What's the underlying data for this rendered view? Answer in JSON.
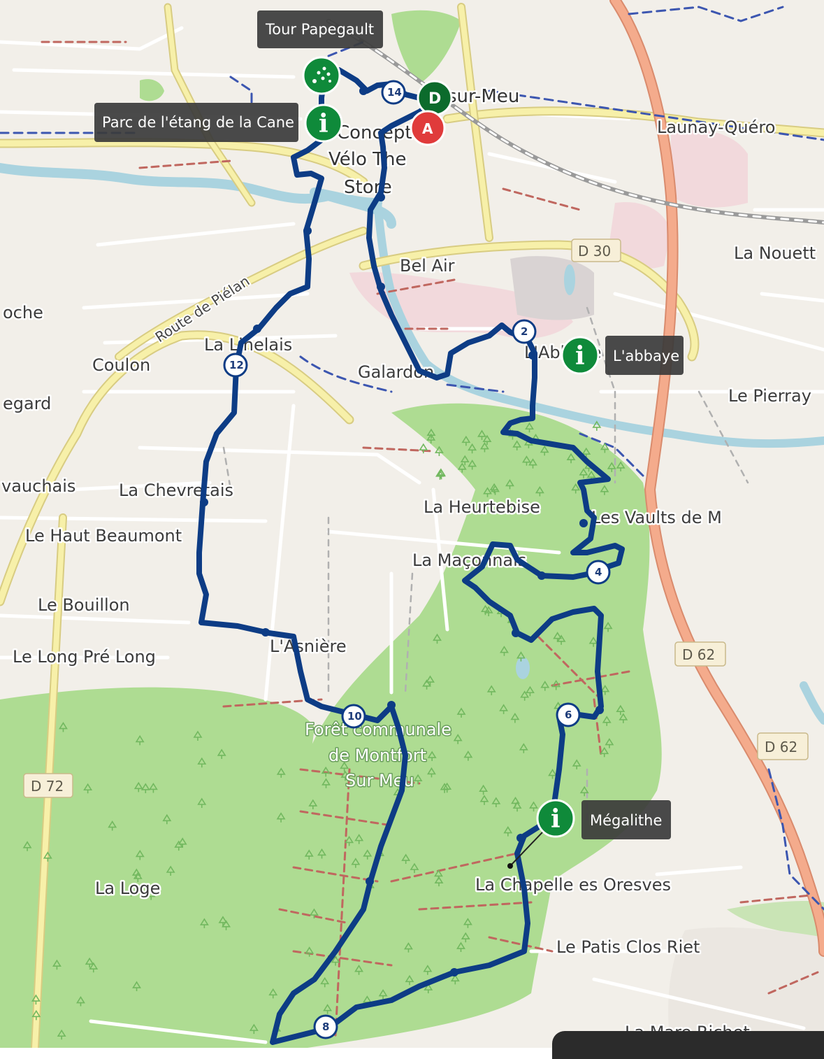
{
  "places": [
    {
      "id": "montfort",
      "text": "sur-Meu"
    },
    {
      "id": "launay",
      "text": "Launay-Quéro"
    },
    {
      "id": "concept1",
      "text": "Concept"
    },
    {
      "id": "concept2",
      "text": "Vélo The"
    },
    {
      "id": "concept3",
      "text": "Store"
    },
    {
      "id": "belair",
      "text": "Bel Air"
    },
    {
      "id": "nouette",
      "text": "La Nouett"
    },
    {
      "id": "roche",
      "text": "oche"
    },
    {
      "id": "linelais",
      "text": "La Linelais"
    },
    {
      "id": "coulon",
      "text": "Coulon"
    },
    {
      "id": "galardon",
      "text": "Galardon"
    },
    {
      "id": "abbaye_place",
      "text": "L'Abbaye"
    },
    {
      "id": "pierray",
      "text": "Le Pierray"
    },
    {
      "id": "egard",
      "text": "egard"
    },
    {
      "id": "vauchais",
      "text": "vauchais"
    },
    {
      "id": "chevretais",
      "text": "La Chevretais"
    },
    {
      "id": "heurtebise",
      "text": "La Heurtebise"
    },
    {
      "id": "vaults",
      "text": "Les Vaults de M"
    },
    {
      "id": "hautbeaumont",
      "text": "Le Haut Beaumont"
    },
    {
      "id": "maconnais",
      "text": "La Maçonnais"
    },
    {
      "id": "bouillon",
      "text": "Le Bouillon"
    },
    {
      "id": "asniere",
      "text": "L'Asnière"
    },
    {
      "id": "longpre",
      "text": "Le Long Pré Long"
    },
    {
      "id": "loge",
      "text": "La Loge"
    },
    {
      "id": "chapelle",
      "text": "La Chapelle es Oresves"
    },
    {
      "id": "patis",
      "text": "Le Patis Clos Riet"
    },
    {
      "id": "mare",
      "text": "La Mare Richet"
    }
  ],
  "forest_label": [
    "Forêt communale",
    "de Montfort",
    "Sur Meu"
  ],
  "road_names": {
    "pielan": "Route de Piélan"
  },
  "road_shields": [
    {
      "id": "d30",
      "text": "D 30"
    },
    {
      "id": "d62a",
      "text": "D 62"
    },
    {
      "id": "d62b",
      "text": "D 62"
    },
    {
      "id": "d72",
      "text": "D 72"
    }
  ],
  "poi_labels": [
    {
      "id": "papegault",
      "text": "Tour Papegault"
    },
    {
      "id": "etang",
      "text": "Parc de l'étang de la Cane"
    },
    {
      "id": "abbaye",
      "text": "L'abbaye"
    },
    {
      "id": "megalithe",
      "text": "Mégalithe"
    }
  ],
  "markers": {
    "start": "D",
    "end": "A",
    "info_glyph": "i"
  },
  "km_markers": [
    "2",
    "4",
    "6",
    "8",
    "10",
    "12",
    "14"
  ],
  "colors": {
    "route": "#0d3c85",
    "forest": "#a7d88f",
    "water": "#aad3df",
    "poi_green": "#0f8a3a",
    "end_red": "#e03b3b",
    "main_road": "#f0a785",
    "secondary_road": "#f4ec9a"
  }
}
